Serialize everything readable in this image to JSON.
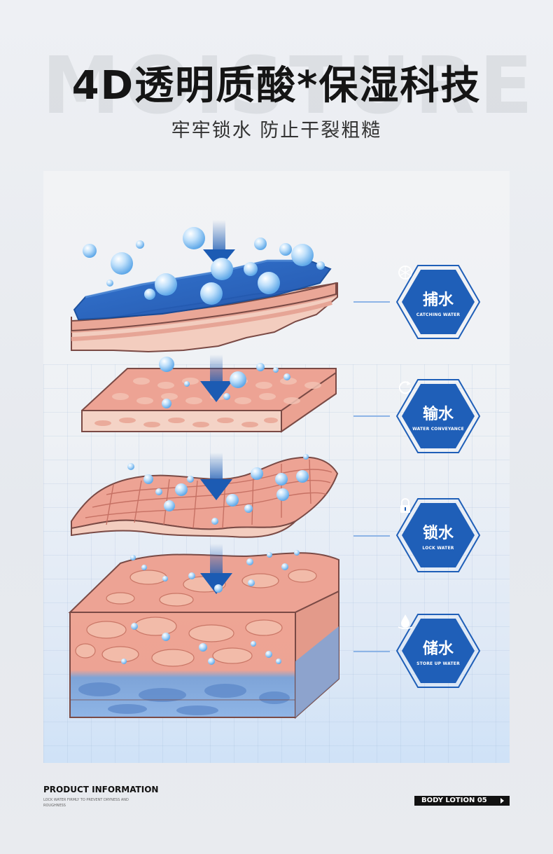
{
  "watermark": "MOISTURE",
  "header": {
    "title": "4D透明质酸*保湿科技",
    "subtitle": "牢牢锁水 防止干裂粗糙"
  },
  "badges": [
    {
      "label": "捕水",
      "sub": "CATCHING WATER",
      "icon": "water-drop-net-icon"
    },
    {
      "label": "输水",
      "sub": "WATER CONVEYANCE",
      "icon": "refresh-cycle-icon"
    },
    {
      "label": "锁水",
      "sub": "LOCK WATER",
      "icon": "padlock-icon"
    },
    {
      "label": "储水",
      "sub": "STORE UP WATER",
      "icon": "hand-water-drop-icon"
    }
  ],
  "footer": {
    "title": "PRODUCT INFORMATION",
    "desc": "LOCK WATER FIRMLY TO PREVENT DRYNESS AND ROUGHNESS",
    "tag": "BODY LOTION 05"
  },
  "colors": {
    "badge_blue": "#1f5fb8",
    "arrow_blue": "#1c5bb3",
    "skin_pink": "#eda394",
    "water_blue": "#6f9ee0"
  }
}
